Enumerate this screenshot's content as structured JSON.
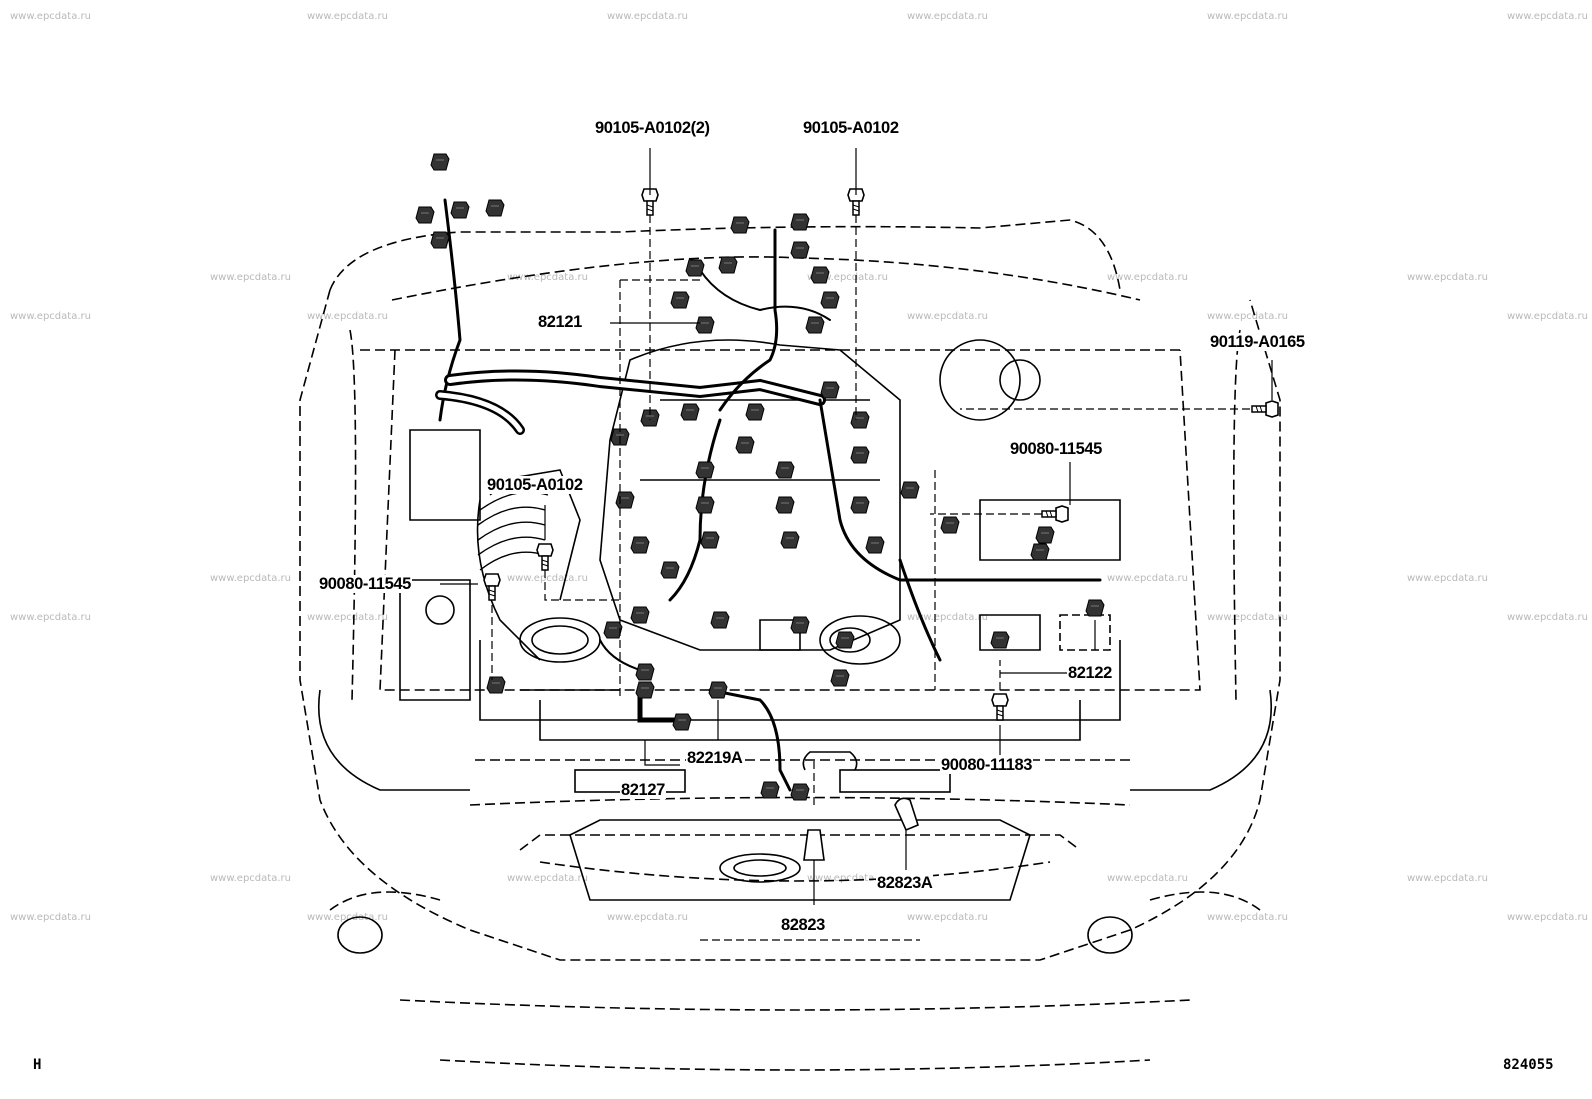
{
  "watermark": "www.epcdata.ru",
  "part_labels": {
    "p90105_a0102_2": "90105-A0102(2)",
    "p90105_a0102_top": "90105-A0102",
    "p90105_a0102_left": "90105-A0102",
    "p82121": "82121",
    "p90119_a0165": "90119-A0165",
    "p90080_11545_right": "90080-11545",
    "p90080_11545_left": "90080-11545",
    "p82122": "82122",
    "p90080_11183": "90080-11183",
    "p82219a": "82219A",
    "p82127": "82127",
    "p82823a": "82823A",
    "p82823": "82823"
  },
  "footer": {
    "page_marker": "H",
    "diagram_number": "824055"
  }
}
